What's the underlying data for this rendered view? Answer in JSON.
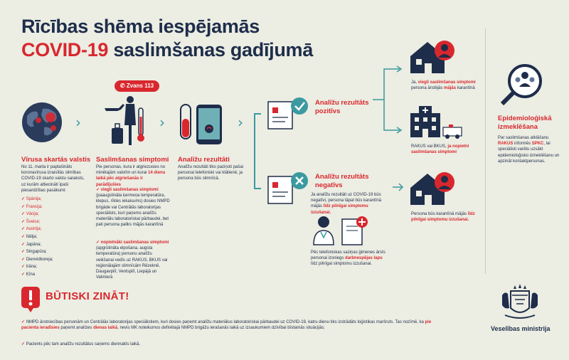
{
  "title": {
    "line1": "Rīcības shēma iespējamās",
    "line2_red": "COVID-19",
    "line2_rest": " saslimšanas gadījumā"
  },
  "call_badge": "Zvans 113",
  "col1": {
    "heading": "Vīrusa skartās valstis",
    "text": "No 11. marta ir paplašināts koronavīrusa izraisītās slimības COVID-19 skarto valstu saraksts, uz kurām attiecināti īpaši piesardzības pasākumi:",
    "countries": [
      "Spānija;",
      "Francija;",
      "Vācija;",
      "Šveice;",
      "Austrija;",
      "Itālija;",
      "Japāna;",
      "Singapūra;",
      "Dienvidkoreja;",
      "Irāna;",
      "Ķīna"
    ]
  },
  "col2": {
    "heading": "Saslimšanas simptomi",
    "text_a": "Pie personas, kura ir atgriezusies no minētajām valstīm un kurai ",
    "text_red": "14 dienu laikā pēc atgriešanās ir parādījušies",
    "item1_red": "viegli saslimšanas simptomi",
    "item1_text": "(paaugstināta ķermeņa temperatūra, klepus, rīkles iekaisums) dosies NMPD brigāde vai Centrālās laboratorijas speciālists, kuri paņems analīžu materiālu laboratoriskai pārbaudei, bet pati persona paliks mājās karantīnā",
    "item2_red": "nopietnāki saslimšanas simptomi",
    "item2_text": "(apgrūtināta elpošana, augsta temperatūra) personu analīžu veikšanai vedīs uz RAKUS, BKUS vai reģionālajām slimnīcām Rēzeknē, Daugavpilī, Ventspilī, Liepājā un Valmierā"
  },
  "col3": {
    "heading": "Analīžu rezultāti",
    "text": "Analīžu rezultāti tiko paziņoti pašai personai telefoniski vai klātienē, ja persona būs slimnīcā."
  },
  "positive": {
    "heading1": "Analīžu rezultāts",
    "heading2": "pozitīvs"
  },
  "negative": {
    "heading1": "Analīžu rezultāts",
    "heading2": "negatīvs",
    "text_a": "Ja analīžu rezultāti uz COVID-19 būs negatīvi, persona tāpat būs karantīnā mājās ",
    "text_red": "līdz pilnīgai simptomu izzušanai.",
    "doctor_a": "Pēc telefoniskas saziņas ģimenes ārsts personai izsniegs ",
    "doctor_red": "darbnespējas lapu",
    "doctor_b": " līdz pilnīgai simptomu izzušanai."
  },
  "outcome1": {
    "a": "Ja, ",
    "red": "viegli saslimšanas simptomi",
    "b": " persona ārstējās ",
    "red2": "mājās",
    "c": " karantīnā"
  },
  "outcome2": {
    "a": "RAKUS vai BKUS, ",
    "red": "ja nopietni saslimšanas simptomi"
  },
  "outcome3": {
    "a": "Persona būs karantīnā mājās ",
    "red": "līdz pilnīgai simptomu izzušanai."
  },
  "epi": {
    "heading1": "Epidemioloģiskā",
    "heading2": "izmeklēšana",
    "text_a": "Par saslimšanas atklāšanu ",
    "red1": "RAKUS",
    "text_b": " informēs ",
    "red2": "SPKC",
    "text_c": ", lai speciālisti varētu uzsākt epidemioloģisko izmeklēšanu un apzināt kontaktpersonas."
  },
  "warning": {
    "title": "BŪTISKI ZINĀT!",
    "p1_a": "NMPD ārstniecības personām un Centrālās laboratorijas speciālistiem, kuri dosies paņemt analīžu materiālus laboratoriskai pārbaudei uz COVID-19, katru dienu tiks izstrādāts loģistikas maršruts. Tas nozīmē, ka ",
    "p1_red": "pie pacienta ieradīsies",
    "p1_b": " paņemt analīzes ",
    "p1_red2": "dienas laikā",
    "p1_c": ", nevis MK noteikumos definētajā NMPD brigāžu ierašanās laikā uz izsaukumiem dzīvībai bīstamās situācijās;",
    "p2": "Pacients pēc tam analīžu rezultātus saņems diennakts laikā."
  },
  "ministry": "Veselības ministrija",
  "colors": {
    "navy": "#1e2d4a",
    "red": "#d9272e",
    "teal": "#3b9aa0",
    "bg": "#ecede3"
  }
}
